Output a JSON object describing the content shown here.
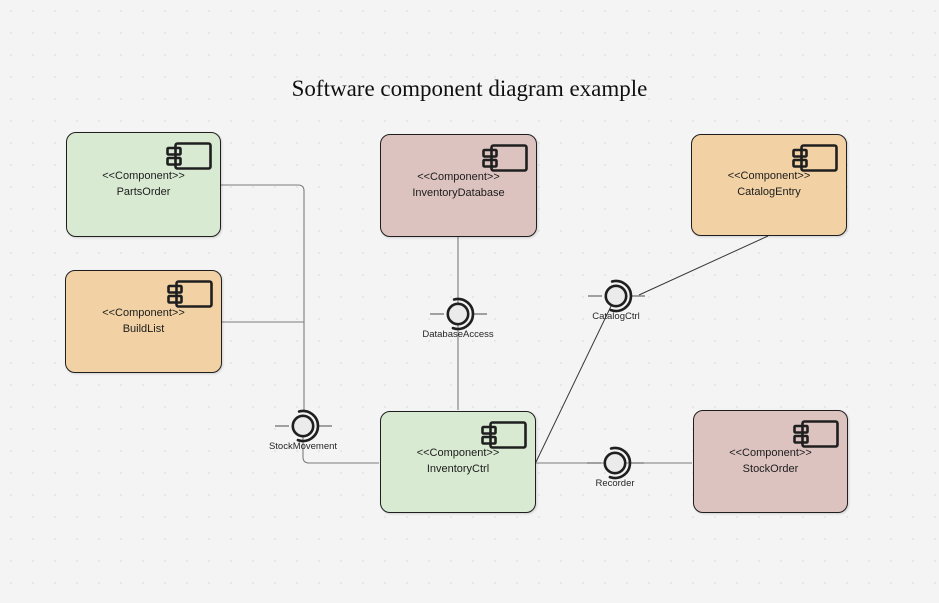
{
  "title": "Software component diagram example",
  "stereotype_label": "<<Component>>",
  "components": {
    "parts_order": {
      "name": "PartsOrder"
    },
    "build_list": {
      "name": "BuildList"
    },
    "inventory_database": {
      "name": "InventoryDatabase"
    },
    "catalog_entry": {
      "name": "CatalogEntry"
    },
    "inventory_ctrl": {
      "name": "InventoryCtrl"
    },
    "stock_order": {
      "name": "StockOrder"
    }
  },
  "interfaces": {
    "database_access": {
      "label": "DatabaseAccess"
    },
    "catalog_ctrl": {
      "label": "CatalogCtrl"
    },
    "stock_movement": {
      "label": "StockMovement"
    },
    "recorder": {
      "label": "Recorder"
    }
  },
  "relations": [
    {
      "from": "PartsOrder",
      "to": "StockMovement"
    },
    {
      "from": "BuildList",
      "to": "StockMovement"
    },
    {
      "from": "StockMovement",
      "to": "InventoryCtrl"
    },
    {
      "from": "InventoryDatabase",
      "to": "DatabaseAccess"
    },
    {
      "from": "DatabaseAccess",
      "to": "InventoryCtrl"
    },
    {
      "from": "CatalogEntry",
      "to": "CatalogCtrl"
    },
    {
      "from": "CatalogCtrl",
      "to": "InventoryCtrl"
    },
    {
      "from": "InventoryCtrl",
      "to": "Recorder"
    },
    {
      "from": "Recorder",
      "to": "StockOrder"
    }
  ],
  "colors": {
    "green": "#d9ead3",
    "orange": "#f2d2a4",
    "mauve": "#dcc3c0",
    "node_border": "#1f1f1f",
    "line_gray": "#7d7d7d",
    "line_dark": "#383838",
    "ball_fill": "#ebebeb",
    "canvas_bg": "#f5f4f5"
  }
}
